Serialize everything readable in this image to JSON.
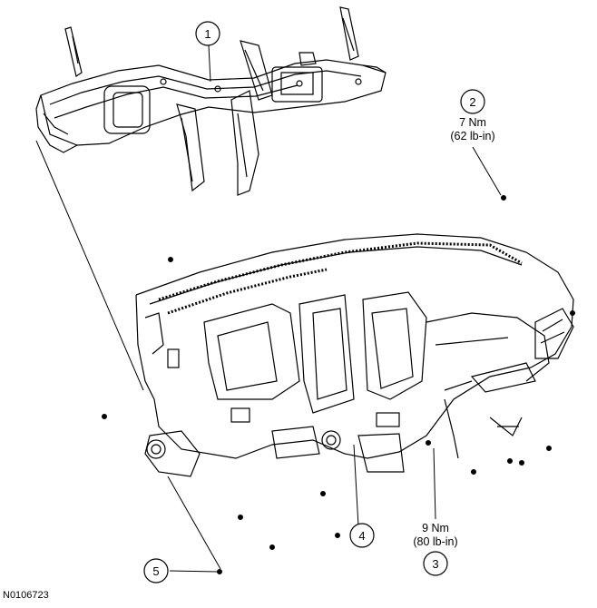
{
  "figure_id": "N0106723",
  "callouts": [
    {
      "number": "1"
    },
    {
      "number": "2",
      "torque_nm": "7 Nm",
      "torque_lbin": "(62 lb-in)"
    },
    {
      "number": "3",
      "torque_nm": "9 Nm",
      "torque_lbin": "(80 lb-in)"
    },
    {
      "number": "4"
    },
    {
      "number": "5"
    }
  ],
  "colors": {
    "line": "#000000",
    "background": "#ffffff"
  }
}
